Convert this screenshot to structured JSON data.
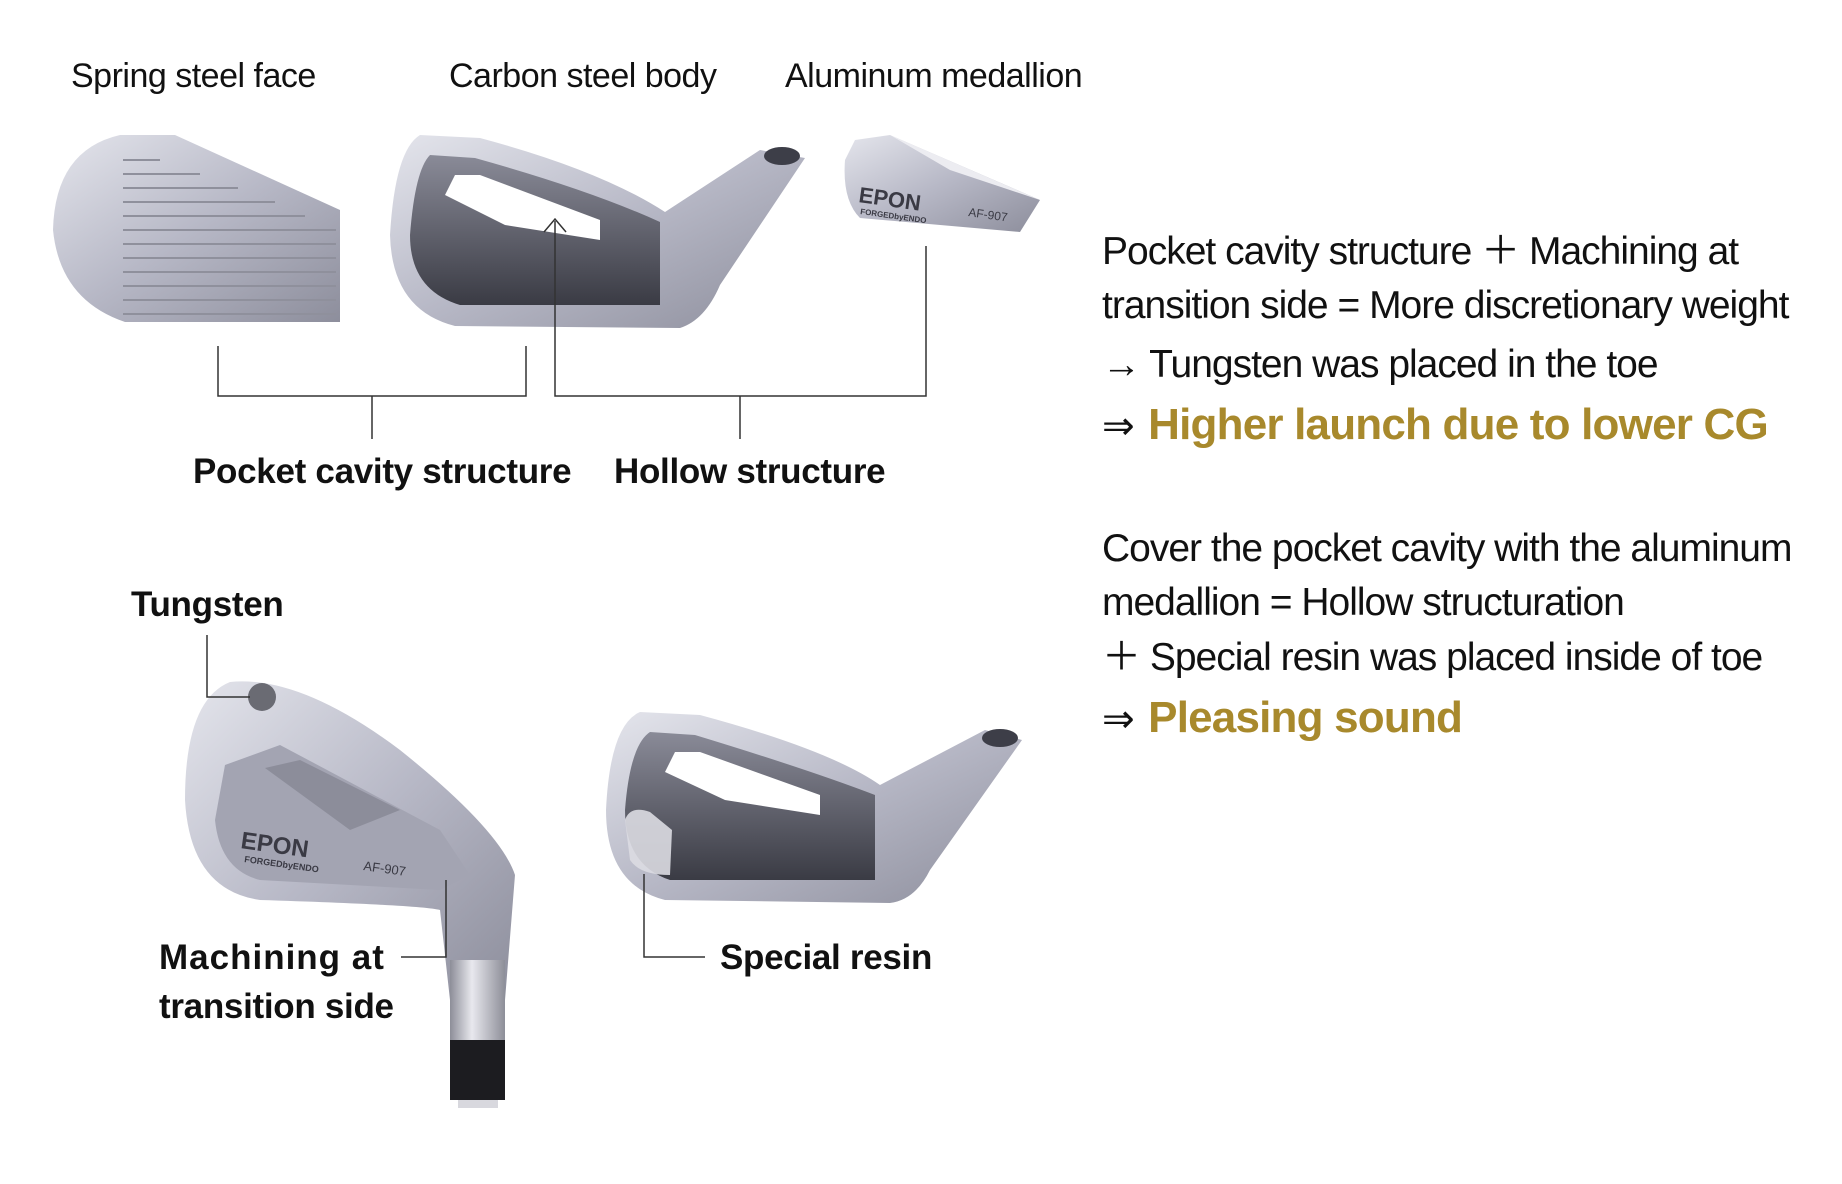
{
  "parts": {
    "face_label": "Spring steel face",
    "body_label": "Carbon steel body",
    "medallion_label": "Aluminum medallion"
  },
  "groups": {
    "pocket_label": "Pocket cavity structure",
    "hollow_label": "Hollow structure"
  },
  "callouts": {
    "tungsten": "Tungsten",
    "machining_line1": "Machining at",
    "machining_line2": "transition side",
    "resin": "Special resin"
  },
  "medallion_branding": {
    "brand": "EPON",
    "sub": "FORGEDbyENDO",
    "model": "AF-907"
  },
  "explanation_1": {
    "line1": "Pocket cavity structure ＋ Machining at",
    "line2": "transition side = More discretionary weight",
    "line3": "→ Tungsten was placed in the toe",
    "result_arrow": "⇒",
    "result": "Higher launch due to lower CG"
  },
  "explanation_2": {
    "line1": "Cover the pocket cavity with the aluminum",
    "line2": "medallion = Hollow structuration",
    "line3": "＋ Special resin was placed inside of toe",
    "result_arrow": "⇒",
    "result": "Pleasing sound"
  },
  "colors": {
    "highlight": "#a8892c",
    "steel": "#b9bac6",
    "cavity": "#4a4b55"
  }
}
